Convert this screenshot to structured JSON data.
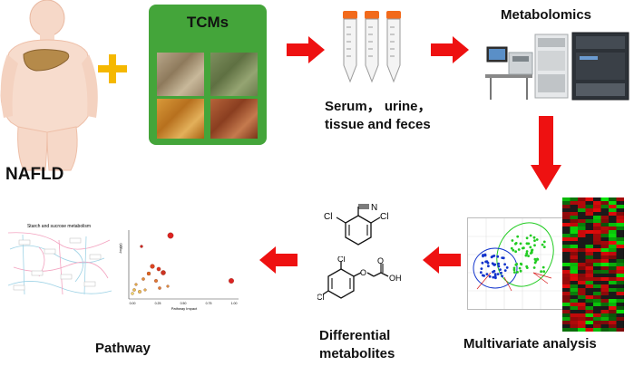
{
  "labels": {
    "nafld": "NAFLD",
    "tcms": "TCMs",
    "samples_line1": "Serum， urine，",
    "samples_line2": "tissue and feces",
    "metabolomics": "Metabolomics",
    "multivariate": "Multivariate analysis",
    "differential_line1": "Differential",
    "differential_line2": "metabolites",
    "pathway": "Pathway"
  },
  "pathway_map": {
    "title": "Starch and sucrose metabolism"
  },
  "pathway_plot": {
    "xlabel": "Pathway Impact",
    "ylabel": "-log(p)",
    "xticks": [
      "0.00",
      "0.25",
      "0.50",
      "0.75",
      "1.00"
    ]
  },
  "molecules": {
    "nitrile": "N",
    "cl": "Cl",
    "oh": "OH",
    "o": "O"
  },
  "colors": {
    "arrow": "#ee1111",
    "plus": "#f5b800",
    "tcm_box": "#44a53a",
    "tube_cap": "#f26a1b",
    "heatmap_red": "#d81a1a",
    "heatmap_green": "#19b11b",
    "pca_green": "#22cc22",
    "pca_blue": "#1133cc"
  }
}
